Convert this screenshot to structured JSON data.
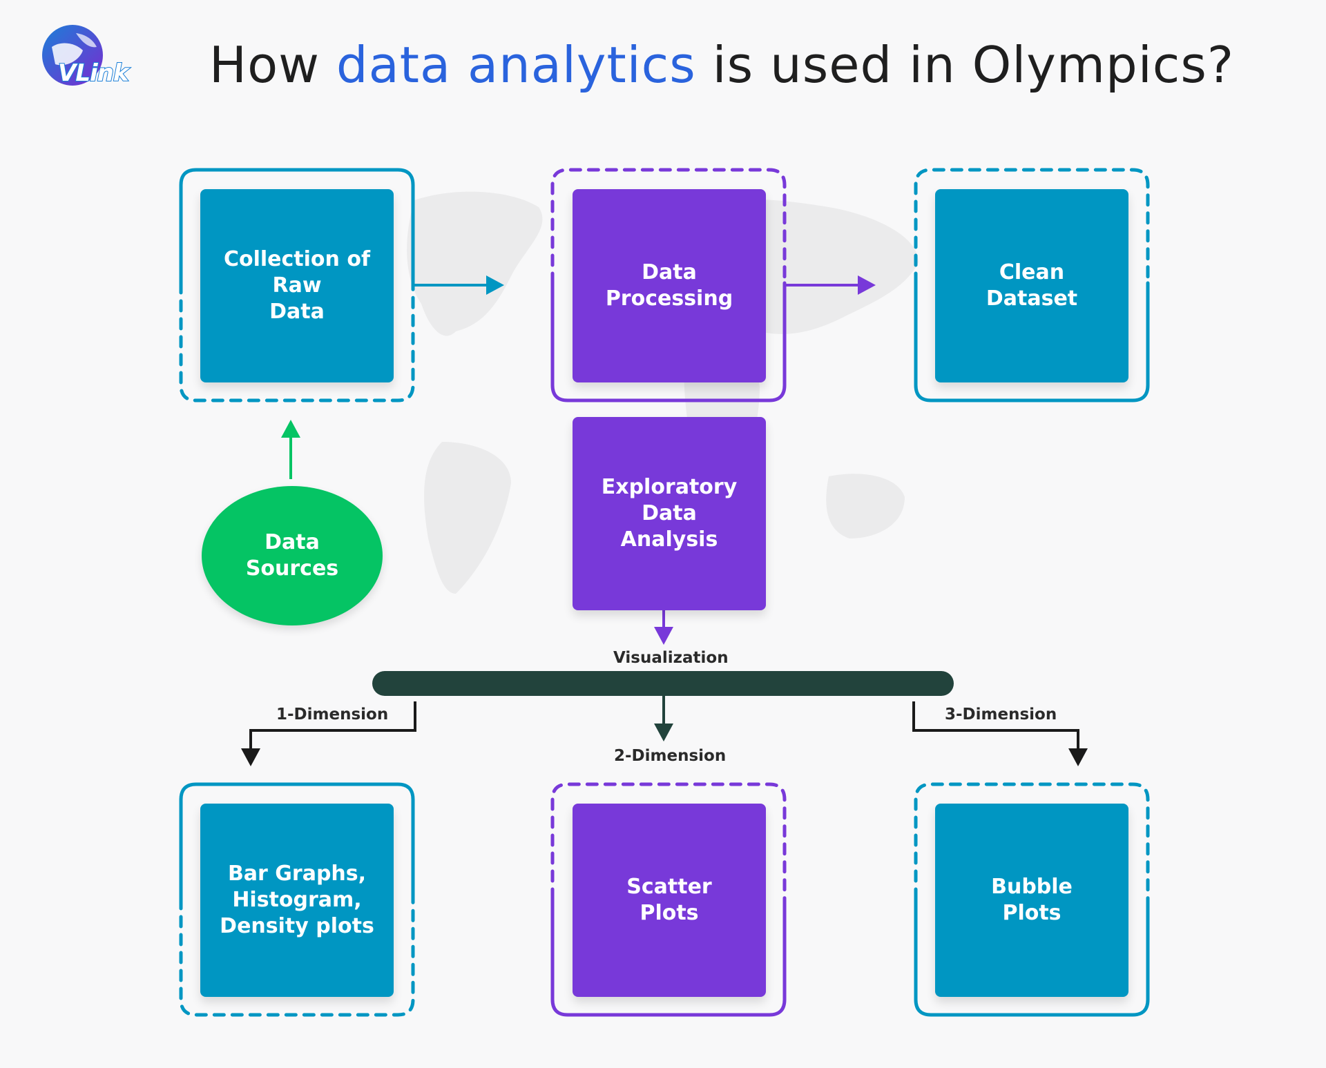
{
  "header": {
    "logo_text": "VLink",
    "title_before": "How ",
    "title_highlight": "data analytics",
    "title_after": " is used in Olympics?"
  },
  "nodes": {
    "raw_data": "Collection of Raw\nData",
    "processing": "Data\nProcessing",
    "clean": "Clean\nDataset",
    "sources": "Data\nSources",
    "eda": "Exploratory Data\nAnalysis",
    "bar_graphs": "Bar Graphs,\nHistogram,\nDensity plots",
    "scatter": "Scatter\nPlots",
    "bubble": "Bubble\nPlots"
  },
  "labels": {
    "visualization": "Visualization",
    "dim1": "1-Dimension",
    "dim2": "2-Dimension",
    "dim3": "3-Dimension"
  },
  "colors": {
    "teal": "#0096c2",
    "purple": "#7839d9",
    "green": "#05c464",
    "dark_green": "#22433c",
    "title_blue": "#2a63dd"
  }
}
